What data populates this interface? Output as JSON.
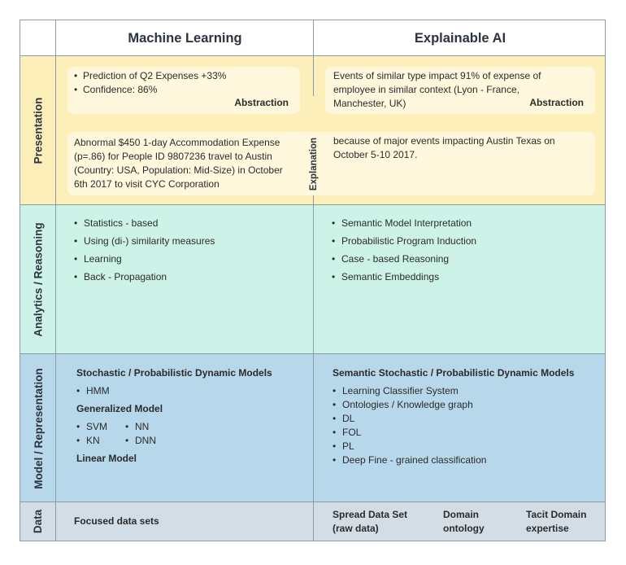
{
  "header": {
    "col_ml": "Machine Learning",
    "col_xai": "Explainable AI"
  },
  "rows": {
    "presentation": "Presentation",
    "analytics": "Analytics / Reasoning",
    "model": "Model / Representation",
    "data": "Data"
  },
  "presentation": {
    "ml_card1": {
      "items": [
        "Prediction of Q2 Expenses +33%",
        "Confidence: 86%"
      ],
      "tag": "Abstraction"
    },
    "xai_card1": {
      "text": "Events of similar type impact 91% of expense of employee in similar context (Lyon - France, Manchester, UK)",
      "tag": "Abstraction"
    },
    "ml_card2": {
      "text": "Abnormal $450 1-day Accommodation Expense (p=.86) for People ID 9807236 travel to Austin (Country: USA, Population: Mid-Size) in October 6th 2017 to visit CYC Corporation"
    },
    "explanation": "Explanation",
    "xai_card2": {
      "text": "because of major events impacting Austin Texas on October 5-10 2017."
    }
  },
  "analytics": {
    "ml_items": [
      "Statistics - based",
      "Using (di-) similarity measures",
      "Learning",
      "Back - Propagation"
    ],
    "xai_items": [
      "Semantic Model Interpretation",
      "Probabilistic Program Induction",
      "Case - based Reasoning",
      "Semantic Embeddings"
    ]
  },
  "model": {
    "ml_heading1": "Stochastic / Probabilistic Dynamic Models",
    "ml_items1": [
      "HMM"
    ],
    "ml_heading2": "Generalized Model",
    "ml_grid": [
      "SVM",
      "NN",
      "KN",
      "DNN"
    ],
    "ml_heading3": "Linear Model",
    "xai_heading": "Semantic Stochastic / Probabilistic Dynamic Models",
    "xai_items": [
      "Learning Classifier System",
      "Ontologies / Knowledge graph",
      "DL",
      "FOL",
      "PL",
      "Deep Fine - grained classification"
    ]
  },
  "data": {
    "ml": "Focused data sets",
    "xai1": "Spread Data Set (raw data)",
    "xai2": "Domain ontology",
    "xai3": "Tacit Domain expertise"
  }
}
